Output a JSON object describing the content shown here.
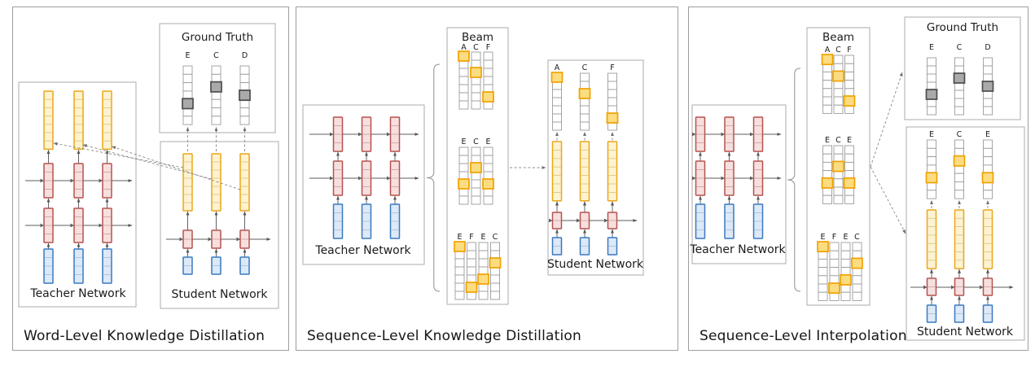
{
  "figure_title": "Knowledge distillation approaches diagram",
  "colors": {
    "panel_border": "#9e9e9e",
    "box_border": "#ababab",
    "text": "#1b1b1b",
    "line": "#5d5d5d",
    "dashed_line": "#8c8c8c",
    "white_cell_border": "#9c9c9c",
    "white_cell_fill": "#ffffff",
    "yellow_border": "#eaa61c",
    "yellow_fill": "#fdf3d0",
    "yellow_sep": "#dfc178",
    "highlight_border": "#f0a202",
    "highlight_fill": "#fcdc80",
    "red_border": "#b5524e",
    "red_fill": "#f6e0df",
    "red_sep": "#cf9a97",
    "blue_border": "#3a79c0",
    "blue_fill": "#dde9f6",
    "blue_sep": "#9dbede",
    "gray_fill": "#aaaaaa",
    "gray_border": "#4d4d4d"
  },
  "network_structure": {
    "teacher_layers_full": [
      {
        "color": "blue",
        "cells": 4,
        "role": "source embeddings"
      },
      {
        "color": "red",
        "cells": 4,
        "role": "recurrent layer 1"
      },
      {
        "color": "red",
        "cells": 4,
        "role": "recurrent layer 2"
      },
      {
        "color": "yellow",
        "cells": 7,
        "role": "output distribution"
      }
    ],
    "teacher_layers_no_output": [
      {
        "color": "blue",
        "cells": 4,
        "role": "source embeddings"
      },
      {
        "color": "red",
        "cells": 4,
        "role": "recurrent layer 1"
      },
      {
        "color": "red",
        "cells": 4,
        "role": "recurrent layer 2"
      }
    ],
    "student_layers": [
      {
        "color": "blue",
        "cells": 2,
        "role": "source embeddings"
      },
      {
        "color": "red",
        "cells": 2,
        "role": "recurrent layer"
      },
      {
        "color": "yellow",
        "cells": 7,
        "role": "output distribution"
      }
    ],
    "timesteps": 3
  },
  "panels": [
    {
      "caption": "Word-Level Knowledge Distillation",
      "teacher": {
        "label": "Teacher Network"
      },
      "student": {
        "label": "Student Network"
      },
      "ground_truth": {
        "title": "Ground Truth",
        "rows": 7,
        "columns": [
          {
            "label": "E",
            "highlight_row": 4
          },
          {
            "label": "C",
            "highlight_row": 2
          },
          {
            "label": "D",
            "highlight_row": 3
          }
        ]
      }
    },
    {
      "caption": "Sequence-Level Knowledge Distillation",
      "teacher": {
        "label": "Teacher Network"
      },
      "student": {
        "label": "Student Network"
      },
      "beam": {
        "title": "Beam",
        "rows": 7,
        "groups": [
          {
            "columns": [
              {
                "label": "A",
                "highlight_row": 0
              },
              {
                "label": "C",
                "highlight_row": 2
              },
              {
                "label": "F",
                "highlight_row": 5
              }
            ]
          },
          {
            "columns": [
              {
                "label": "E",
                "highlight_row": 4
              },
              {
                "label": "C",
                "highlight_row": 2
              },
              {
                "label": "E",
                "highlight_row": 4
              }
            ]
          },
          {
            "columns": [
              {
                "label": "E",
                "highlight_row": 0
              },
              {
                "label": "F",
                "highlight_row": 5
              },
              {
                "label": "E",
                "highlight_row": 4
              },
              {
                "label": "C",
                "highlight_row": 2
              }
            ]
          }
        ]
      },
      "student_outputs": {
        "rows": 7,
        "columns": [
          {
            "label": "A",
            "highlight_row": 0
          },
          {
            "label": "C",
            "highlight_row": 2
          },
          {
            "label": "F",
            "highlight_row": 5
          }
        ]
      }
    },
    {
      "caption": "Sequence-Level Interpolation",
      "teacher": {
        "label": "Teacher Network"
      },
      "student": {
        "label": "Student Network"
      },
      "beam": {
        "title": "Beam",
        "rows": 7,
        "groups": [
          {
            "columns": [
              {
                "label": "A",
                "highlight_row": 0
              },
              {
                "label": "C",
                "highlight_row": 2
              },
              {
                "label": "F",
                "highlight_row": 5
              }
            ]
          },
          {
            "columns": [
              {
                "label": "E",
                "highlight_row": 4
              },
              {
                "label": "C",
                "highlight_row": 2
              },
              {
                "label": "E",
                "highlight_row": 4
              }
            ]
          },
          {
            "columns": [
              {
                "label": "E",
                "highlight_row": 0
              },
              {
                "label": "F",
                "highlight_row": 5
              },
              {
                "label": "E",
                "highlight_row": 4
              },
              {
                "label": "C",
                "highlight_row": 2
              }
            ]
          }
        ]
      },
      "ground_truth": {
        "title": "Ground Truth",
        "rows": 7,
        "columns": [
          {
            "label": "E",
            "highlight_row": 4
          },
          {
            "label": "C",
            "highlight_row": 2
          },
          {
            "label": "D",
            "highlight_row": 3
          }
        ]
      },
      "student_outputs": {
        "rows": 7,
        "columns": [
          {
            "label": "E",
            "highlight_row": 4
          },
          {
            "label": "C",
            "highlight_row": 2
          },
          {
            "label": "E",
            "highlight_row": 4
          }
        ]
      }
    }
  ]
}
